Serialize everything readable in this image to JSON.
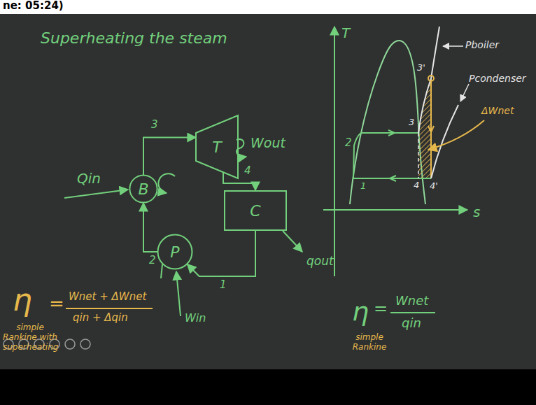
{
  "diagram": {
    "title": "Superheating the steam",
    "nodes": [
      {
        "text": [
          "B"
        ]
      },
      {
        "text": [
          "T"
        ]
      },
      {
        "text": [
          "C"
        ]
      },
      {
        "text": [
          "P"
        ]
      }
    ],
    "edges": [
      {
        "from": 0,
        "to": 1,
        "arrow": "to",
        "label": "3"
      },
      {
        "from": 1,
        "to": 2,
        "arrow": "to",
        "label": "4"
      },
      {
        "from": 2,
        "to": 3,
        "arrow": "to",
        "label": "1"
      },
      {
        "from": 3,
        "to": 0,
        "arrow": "to",
        "label": "2"
      }
    ],
    "labels": [
      "ne: 05:24)",
      "Qin",
      "Wout",
      "qout",
      "Win",
      "η",
      "simple Rankine with superheating",
      "=",
      "Wnet + ΔWnet",
      "qin + Δqin",
      "T",
      "s",
      "1",
      "2",
      "3",
      "3'",
      "4",
      "4'",
      "Pboiler",
      "Pcondenser",
      "ΔWnet",
      "η",
      "=",
      "Wnet",
      "qin",
      "simple Rankine"
    ]
  }
}
